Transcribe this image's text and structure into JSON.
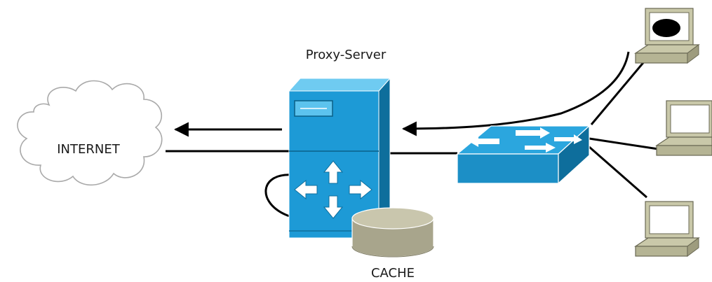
{
  "labels": {
    "proxy_server": "Proxy-Server",
    "internet": "INTERNET",
    "cache": "CACHE"
  },
  "colors": {
    "server_blue": "#1d9ad6",
    "server_light": "#5cc3ee",
    "server_dark": "#0e6e9c",
    "switch_blue": "#2ba6de",
    "cache_gray": "#a8a58c",
    "computer_beige": "#c9c8a9",
    "line": "#000000"
  }
}
